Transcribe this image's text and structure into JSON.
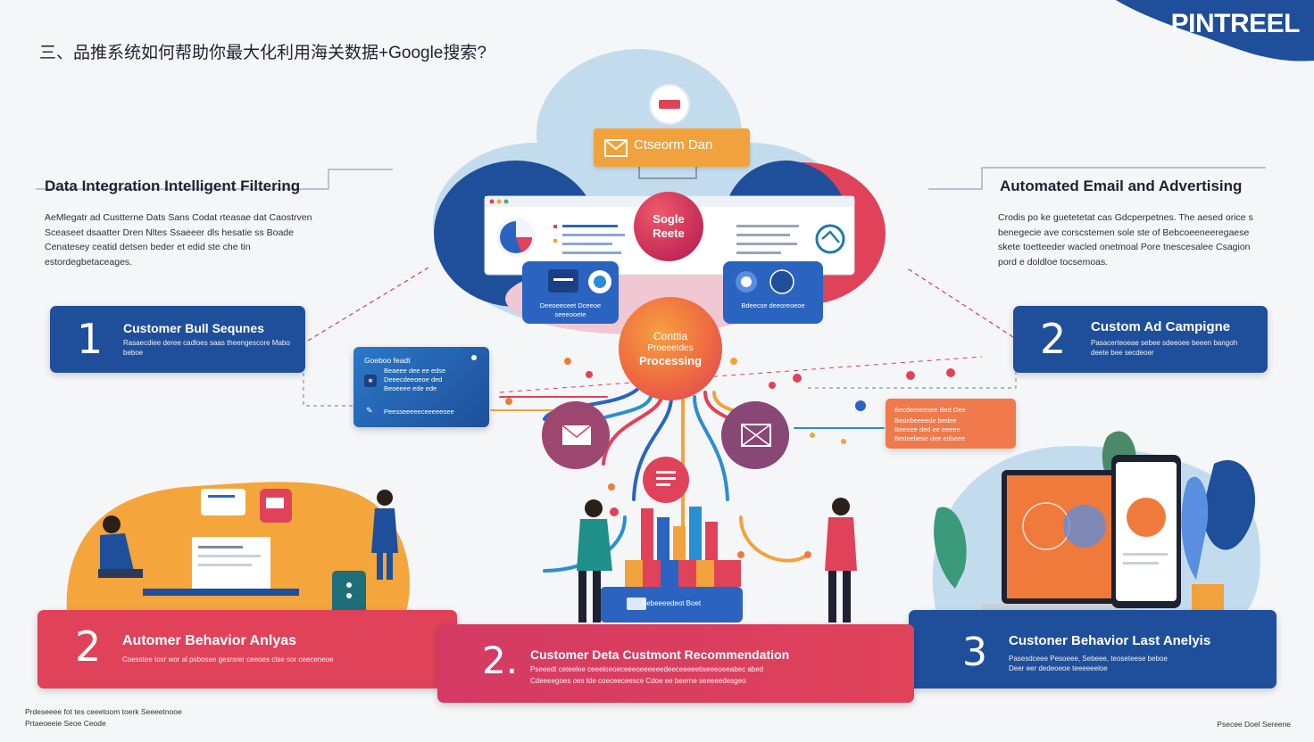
{
  "page_title": "三、品推系统如何帮助你最大化利用海关数据+Google搜索?",
  "brand": "PINTREEL",
  "colors": {
    "navy": "#1f4f9a",
    "red": "#e03c5c",
    "orange": "#f2a23c",
    "cloud": "#c3dced"
  },
  "left_section": {
    "heading": "Data Integration Intelligent Filtering",
    "description": "AeMlegatr ad Custterne Dats Sans Codat rteasae dat Caostrven Sceaseet dsaatter Dren Nltes Ssaeeer dls hesatie ss Boade Cenatesey ceatid detsen beder et edid ste che tin estordegbetaceages."
  },
  "right_section": {
    "heading": "Automated Email and Advertising",
    "description": "Crodis po ke guetetetat cas Gdcperpetnes. The aesed orice s benegecie ave corscstemen sole ste of Bebcoeeneeregaese skete toetteeder wacled onetmoal Pore tnescesalee Csagion pord e doldloe tocsemoas."
  },
  "cards": {
    "email_sequences": {
      "number": "1",
      "title": "Customer Bull Sequnes",
      "subtitle": "Rasaecdiee deree cadloes saas theengescore Mabo beboe"
    },
    "ad_campaigns": {
      "number": "2",
      "title": "Custom Ad Campigne",
      "subtitle": "Pasacerteoeae sebee sdeeoee beeen bangoh deete bee secdeoer"
    },
    "behavior_analysis": {
      "number": "2",
      "title": "Automer Behavior Anlyas",
      "subtitle": "Coesstee tosr wor al psbosee gesrsrer ceeoes ctse sor ceeceneoe"
    },
    "recommendation": {
      "number": "2.",
      "title": "Customer Deta Custmont Recommendation",
      "subtitle_1": "Pseeedt ceteelee ceeeloeoeceeeoeeeeeedeeceeeeetiseeeoeeabec abed",
      "subtitle_2": "Cdeeeegoes oes tde coeceeceesce Cdoe ee beerne seeeeedesgeo"
    },
    "last_analysis": {
      "number": "3",
      "title": "Custoner Behavior Last Anelyis",
      "subtitle_1": "Pasesdceee Pesoeee, Sebeee, teoseteese beboe",
      "subtitle_2": "Deer eer dedeoeoe teeeeeeloe"
    }
  },
  "center": {
    "top_badge": "Ctseorm Dan",
    "google_circle": "Sogle Reete",
    "processing_circle_1": "Conttia",
    "processing_circle_2": "Proeeetdes",
    "processing_circle_3": "Processing",
    "browser_caption_left": "Deeoeeceet Dceeoe seeeooete",
    "browser_caption_right": "Bdeecse deeoreoeoe",
    "data_block_label": "Sebeeeedeot Boet"
  },
  "popups": {
    "left_title": "Goeboo feadt",
    "left_lines": [
      "Beaeee dee ee edse",
      "Deeecdeeoeoe ded",
      "Beoeeee ede ede",
      "Peesseeeeeceeeeeoee"
    ],
    "right_title": "Becdeereesee Bed Dee",
    "right_lines": [
      "Bedebeeeede bedee",
      "Beeeee ded ee eeeee",
      "Bedeebese dee edseee"
    ]
  },
  "footer": {
    "left_line_1": "Prdeseeee fot tes ceeetoom toerk Seeeetnooe",
    "left_line_2": "Prtaeoeeie Seoe Ceode",
    "right": "Psecee Doel Sereene"
  }
}
